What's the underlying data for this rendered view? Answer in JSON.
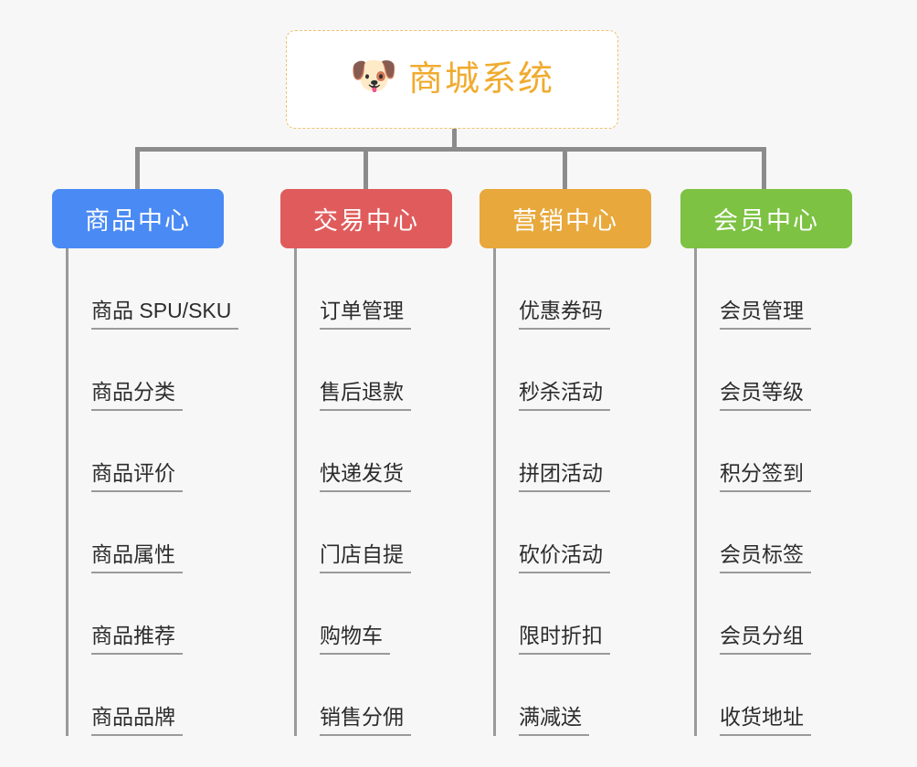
{
  "page": {
    "background_color": "#f7f7f7",
    "connector_color": "#8c8c8c",
    "leaf_line_color": "#9a9a9a"
  },
  "root": {
    "icon": "shiba-dog-emoji",
    "icon_glyph": "🐶",
    "title": "商城系统",
    "title_color": "#f0ab2e",
    "border_color": "#efc06a",
    "border_style": "dashed",
    "fill_color": "#ffffff"
  },
  "branches": [
    {
      "id": "product-center",
      "label": "商品中心",
      "color": "#4a8af4",
      "items": [
        {
          "label": "商品 SPU/SKU"
        },
        {
          "label": "商品分类"
        },
        {
          "label": "商品评价"
        },
        {
          "label": "商品属性"
        },
        {
          "label": "商品推荐"
        },
        {
          "label": "商品品牌"
        }
      ]
    },
    {
      "id": "trade-center",
      "label": "交易中心",
      "color": "#e05c5c",
      "items": [
        {
          "label": "订单管理"
        },
        {
          "label": "售后退款"
        },
        {
          "label": "快递发货"
        },
        {
          "label": "门店自提"
        },
        {
          "label": "购物车"
        },
        {
          "label": "销售分佣"
        }
      ]
    },
    {
      "id": "marketing-center",
      "label": "营销中心",
      "color": "#e8a83c",
      "items": [
        {
          "label": "优惠券码"
        },
        {
          "label": "秒杀活动"
        },
        {
          "label": "拼团活动"
        },
        {
          "label": "砍价活动"
        },
        {
          "label": "限时折扣"
        },
        {
          "label": "满减送"
        }
      ]
    },
    {
      "id": "member-center",
      "label": "会员中心",
      "color": "#7dc243",
      "items": [
        {
          "label": "会员管理"
        },
        {
          "label": "会员等级"
        },
        {
          "label": "积分签到"
        },
        {
          "label": "会员标签"
        },
        {
          "label": "会员分组"
        },
        {
          "label": "收货地址"
        }
      ]
    }
  ]
}
